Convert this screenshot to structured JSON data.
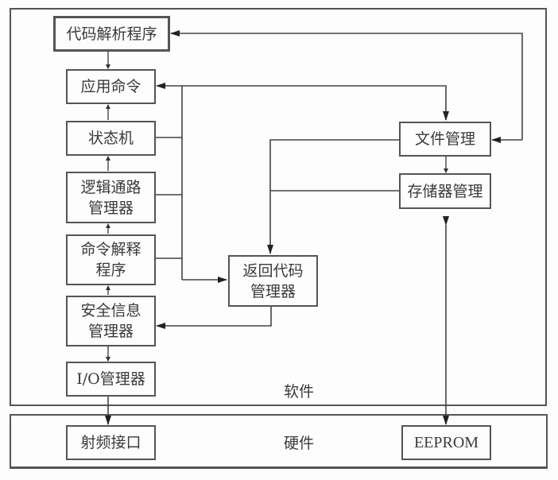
{
  "diagram": {
    "layers": {
      "software": "软件",
      "hardware": "硬件"
    },
    "left_column": [
      {
        "id": "code-parser",
        "label": "代码解析程序"
      },
      {
        "id": "app-command",
        "label": "应用命令"
      },
      {
        "id": "state-machine",
        "label": "状态机"
      },
      {
        "id": "logic-channel-manager",
        "label": "逻辑通路\n管理器"
      },
      {
        "id": "command-interpreter",
        "label": "命令解释\n程序"
      },
      {
        "id": "security-info-manager",
        "label": "安全信息\n管理器"
      },
      {
        "id": "io-manager",
        "label": "I/O管理器"
      }
    ],
    "return_code_manager": "返回代码\n管理器",
    "file_manager": "文件管理",
    "memory_manager": "存储器管理",
    "hardware": {
      "rf_interface": "射频接口",
      "eeprom": "EEPROM"
    },
    "connections": [
      {
        "from": "文件管理",
        "to": "代码解析程序",
        "type": "bidirectional"
      },
      {
        "from": "应用命令",
        "to": "文件管理",
        "type": "bidirectional"
      },
      {
        "from": "状态机",
        "to": "bus",
        "type": "line"
      },
      {
        "from": "逻辑通路管理器",
        "to": "bus",
        "type": "line"
      },
      {
        "from": "命令解释程序",
        "to": "bus",
        "type": "line"
      },
      {
        "from": "bus",
        "to": "返回代码管理器",
        "type": "arrow"
      },
      {
        "from": "文件管理",
        "to": "返回代码管理器",
        "type": "arrow"
      },
      {
        "from": "存储器管理",
        "to": "返回代码管理器",
        "type": "line"
      },
      {
        "from": "返回代码管理器",
        "to": "安全信息管理器",
        "type": "arrow"
      },
      {
        "from": "文件管理",
        "to": "存储器管理",
        "type": "bidirectional"
      },
      {
        "from": "存储器管理",
        "to": "EEPROM",
        "type": "bidirectional"
      },
      {
        "from": "I/O管理器",
        "to": "射频接口",
        "type": "bidirectional"
      }
    ]
  }
}
